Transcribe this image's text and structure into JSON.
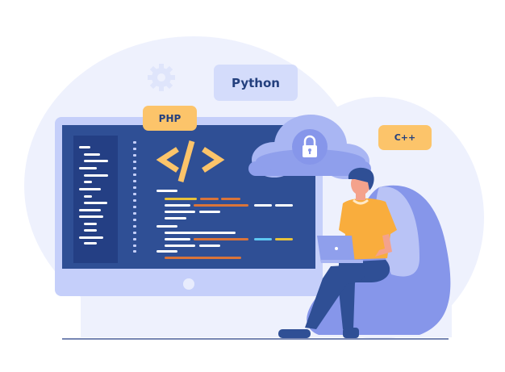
{
  "illustration": {
    "subject": "Programmer working on laptop in bean bag beside large monitor showing code",
    "labels": {
      "python": "Python",
      "php": "PHP",
      "cpp": "C++"
    },
    "code_symbol": "</>",
    "icons": [
      "gear-icon",
      "cloud-icon",
      "lock-icon",
      "laptop-icon",
      "code-icon"
    ],
    "colors": {
      "background_blob": "#eef1fd",
      "monitor_frame": "#c5cffa",
      "screen": "#2f4f95",
      "sidebar": "#243f84",
      "accent_orange": "#fcc46a",
      "python_tag": "#d4dcfb",
      "text_dark": "#24407e",
      "cloud": "#8f9fec",
      "shirt": "#f9ad3d",
      "pants": "#2f4f95",
      "beanbag": "#8696ea",
      "code_white": "#ffffff",
      "code_orange": "#d9743a",
      "code_yellow": "#e8c23a",
      "code_cyan": "#5ec8f2"
    }
  }
}
